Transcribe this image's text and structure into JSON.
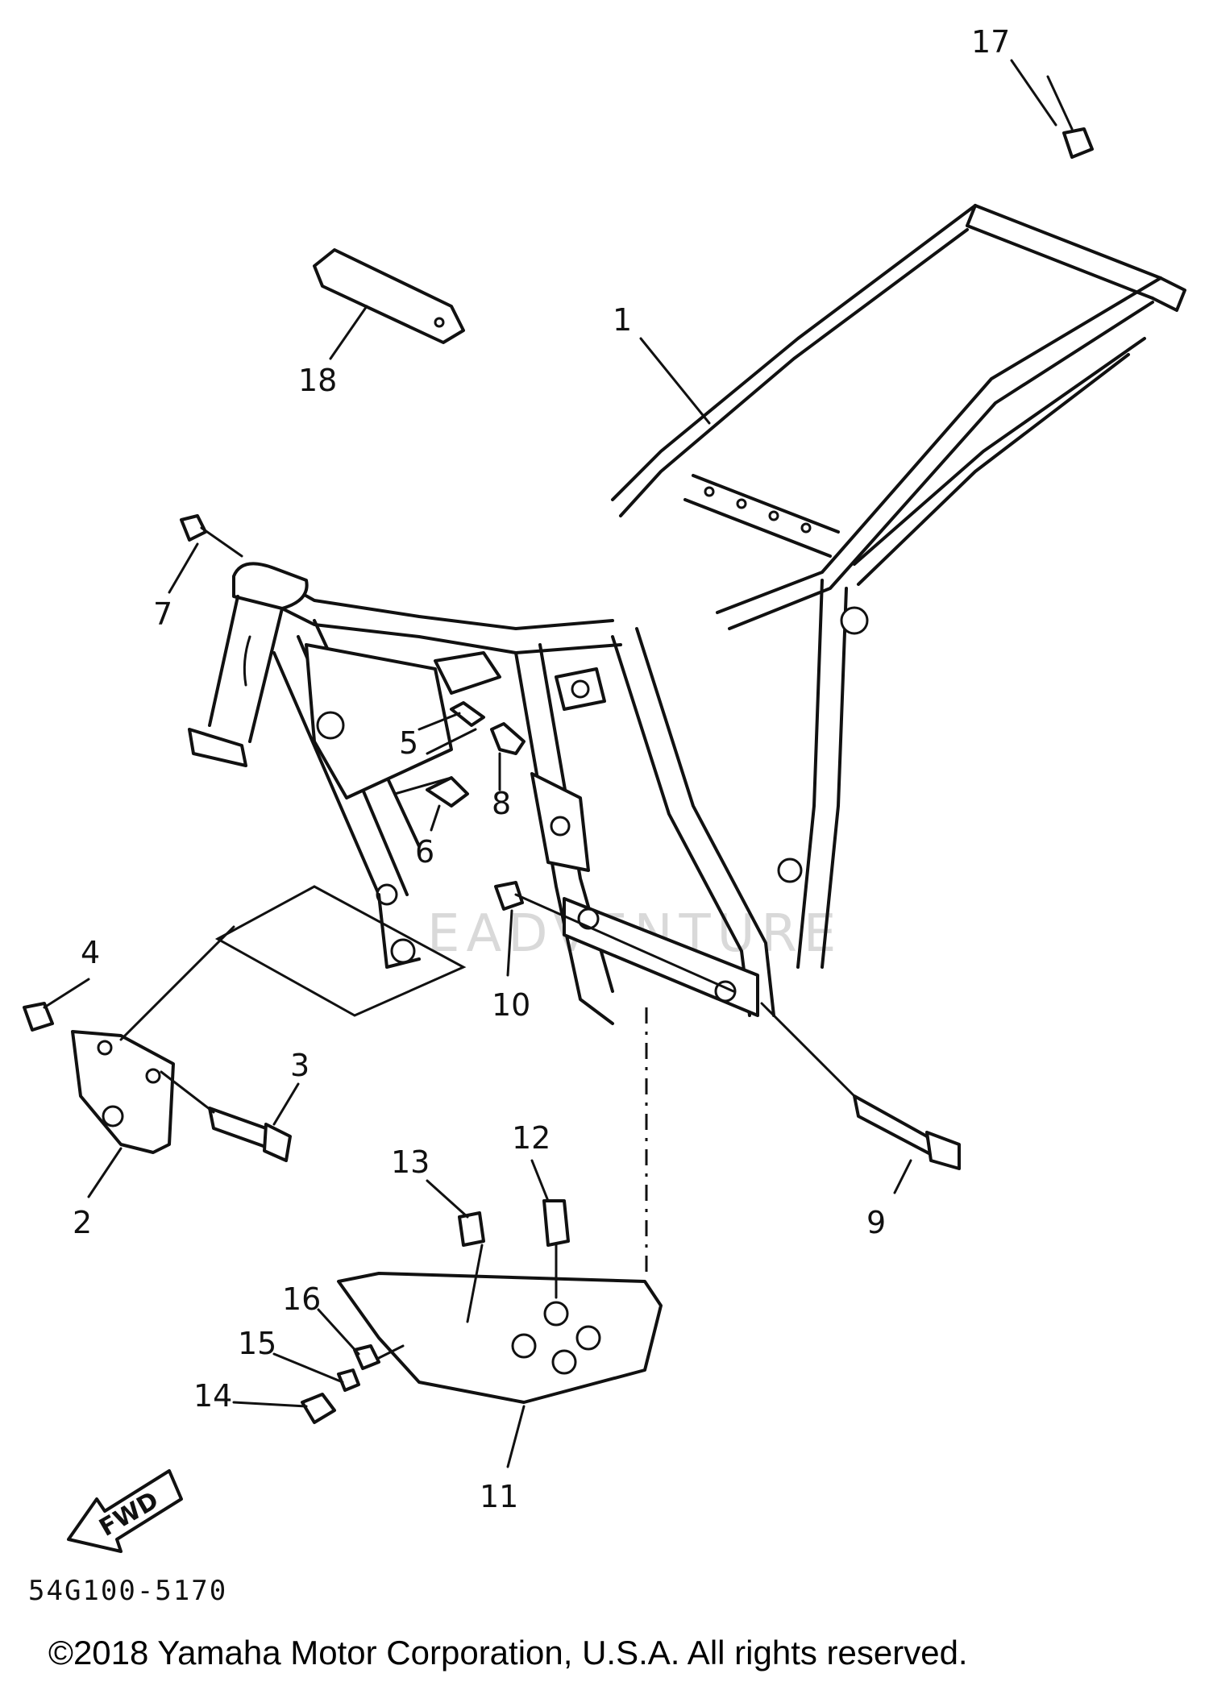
{
  "diagram": {
    "callouts": [
      {
        "id": "1",
        "label": "1"
      },
      {
        "id": "2",
        "label": "2"
      },
      {
        "id": "3",
        "label": "3"
      },
      {
        "id": "4",
        "label": "4"
      },
      {
        "id": "5",
        "label": "5"
      },
      {
        "id": "6",
        "label": "6"
      },
      {
        "id": "7",
        "label": "7"
      },
      {
        "id": "8",
        "label": "8"
      },
      {
        "id": "9",
        "label": "9"
      },
      {
        "id": "10",
        "label": "10"
      },
      {
        "id": "11",
        "label": "11"
      },
      {
        "id": "12",
        "label": "12"
      },
      {
        "id": "13",
        "label": "13"
      },
      {
        "id": "14",
        "label": "14"
      },
      {
        "id": "15",
        "label": "15"
      },
      {
        "id": "16",
        "label": "16"
      },
      {
        "id": "17",
        "label": "17"
      },
      {
        "id": "18",
        "label": "18"
      }
    ],
    "fwd_label": "FWD",
    "diagram_code": "54G100-5170",
    "watermark": "EADVENTURE"
  },
  "footer": {
    "copyright": "©2018 Yamaha Motor Corporation, U.S.A. All rights reserved."
  }
}
